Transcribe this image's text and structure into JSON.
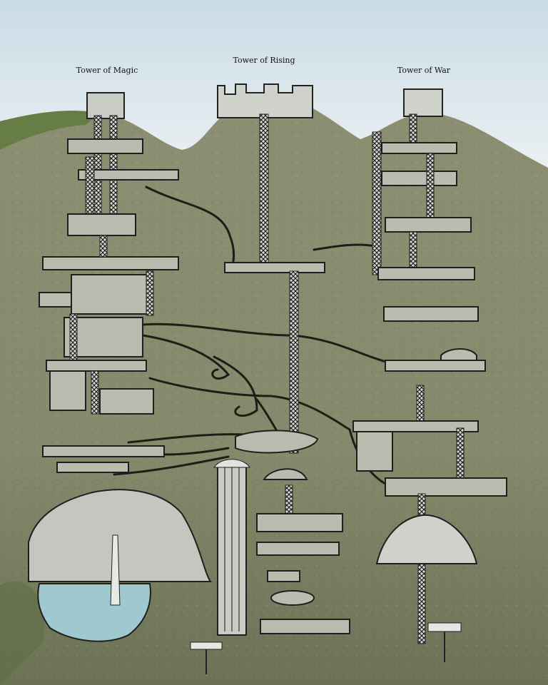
{
  "towers": {
    "magic": "Tower of Magic",
    "center": "Tower of Rising",
    "war": "Tower of War"
  },
  "colors": {
    "sky": "#dfe9ee",
    "earth": "#8b8e73",
    "earth_dark": "#6f7358",
    "grass": "#5f7a3d",
    "room_fill": "#b9bcae",
    "room_line": "#1f1f1f",
    "water": "#9fc8cf",
    "waterfall": "#c9ccc4"
  }
}
